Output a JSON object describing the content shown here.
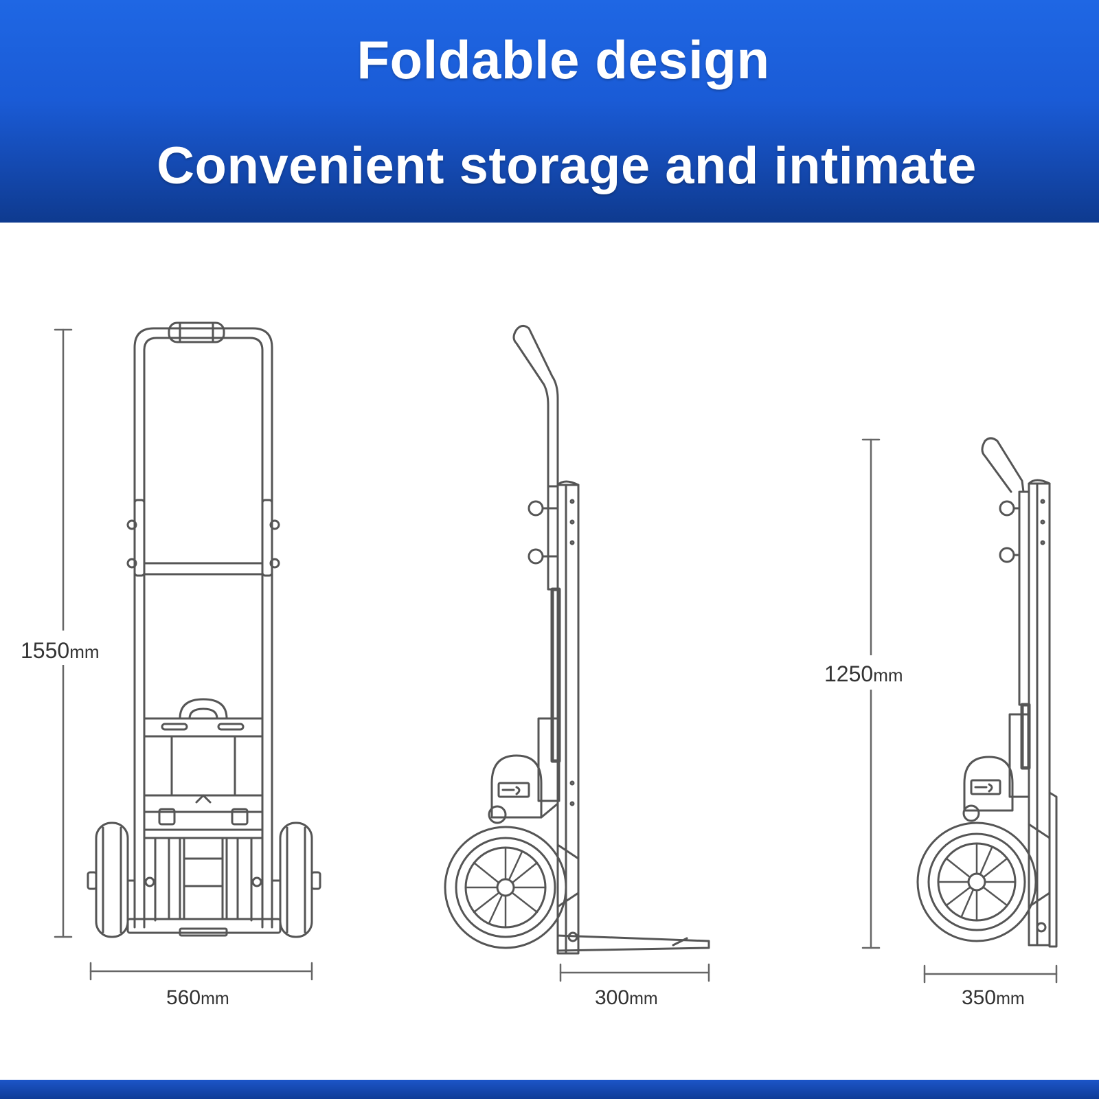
{
  "header": {
    "title": "Foldable design",
    "subtitle": "Convenient storage and intimate"
  },
  "dimensions": {
    "front_height": "1550",
    "front_width": "560",
    "side_depth": "300",
    "folded_height": "1250",
    "folded_depth": "350",
    "unit": "mm"
  },
  "colors": {
    "banner": "#1a5bd6",
    "line": "#555555",
    "text": "#333333"
  }
}
